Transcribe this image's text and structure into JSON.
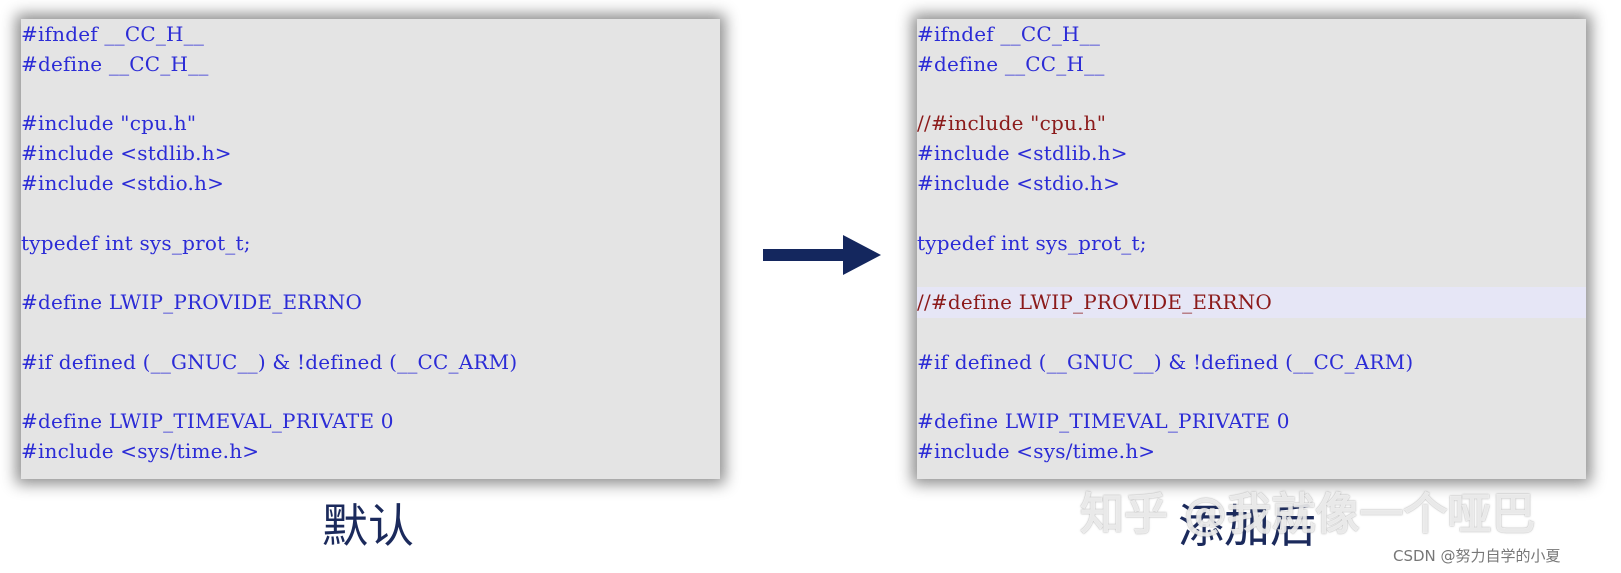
{
  "left_panel": {
    "caption": "默认",
    "lines": [
      "#ifndef __CC_H__",
      "#define __CC_H__",
      "",
      "#include \"cpu.h\"",
      "#include <stdlib.h>",
      "#include <stdio.h>",
      "",
      "typedef int sys_prot_t;",
      "",
      "#define LWIP_PROVIDE_ERRNO",
      "",
      "#if defined (__GNUC__) & !defined (__CC_ARM)",
      "",
      "#define LWIP_TIMEVAL_PRIVATE 0",
      "#include <sys/time.h>"
    ]
  },
  "right_panel": {
    "caption": "添加后",
    "lines": [
      "#ifndef __CC_H__",
      "#define __CC_H__",
      "",
      "//#include \"cpu.h\"",
      "#include <stdlib.h>",
      "#include <stdio.h>",
      "",
      "typedef int sys_prot_t;",
      "",
      "//#define LWIP_PROVIDE_ERRNO",
      "",
      "#if defined (__GNUC__) & !defined (__CC_ARM)",
      "",
      "#define LWIP_TIMEVAL_PRIVATE 0",
      "#include <sys/time.h>"
    ],
    "commented_lines": [
      3,
      9
    ],
    "highlighted_line": 9
  },
  "arrow": {
    "icon": "right-arrow-icon",
    "color": "#14275e"
  },
  "colors": {
    "code_text": "#2b2bd6",
    "commented_text": "#8b1a1a",
    "panel_background": "#e4e4e4",
    "caption": "#1b2a5c"
  },
  "watermark": "知乎 @我就像一个哑巴",
  "credit": "CSDN @努力自学的小夏"
}
